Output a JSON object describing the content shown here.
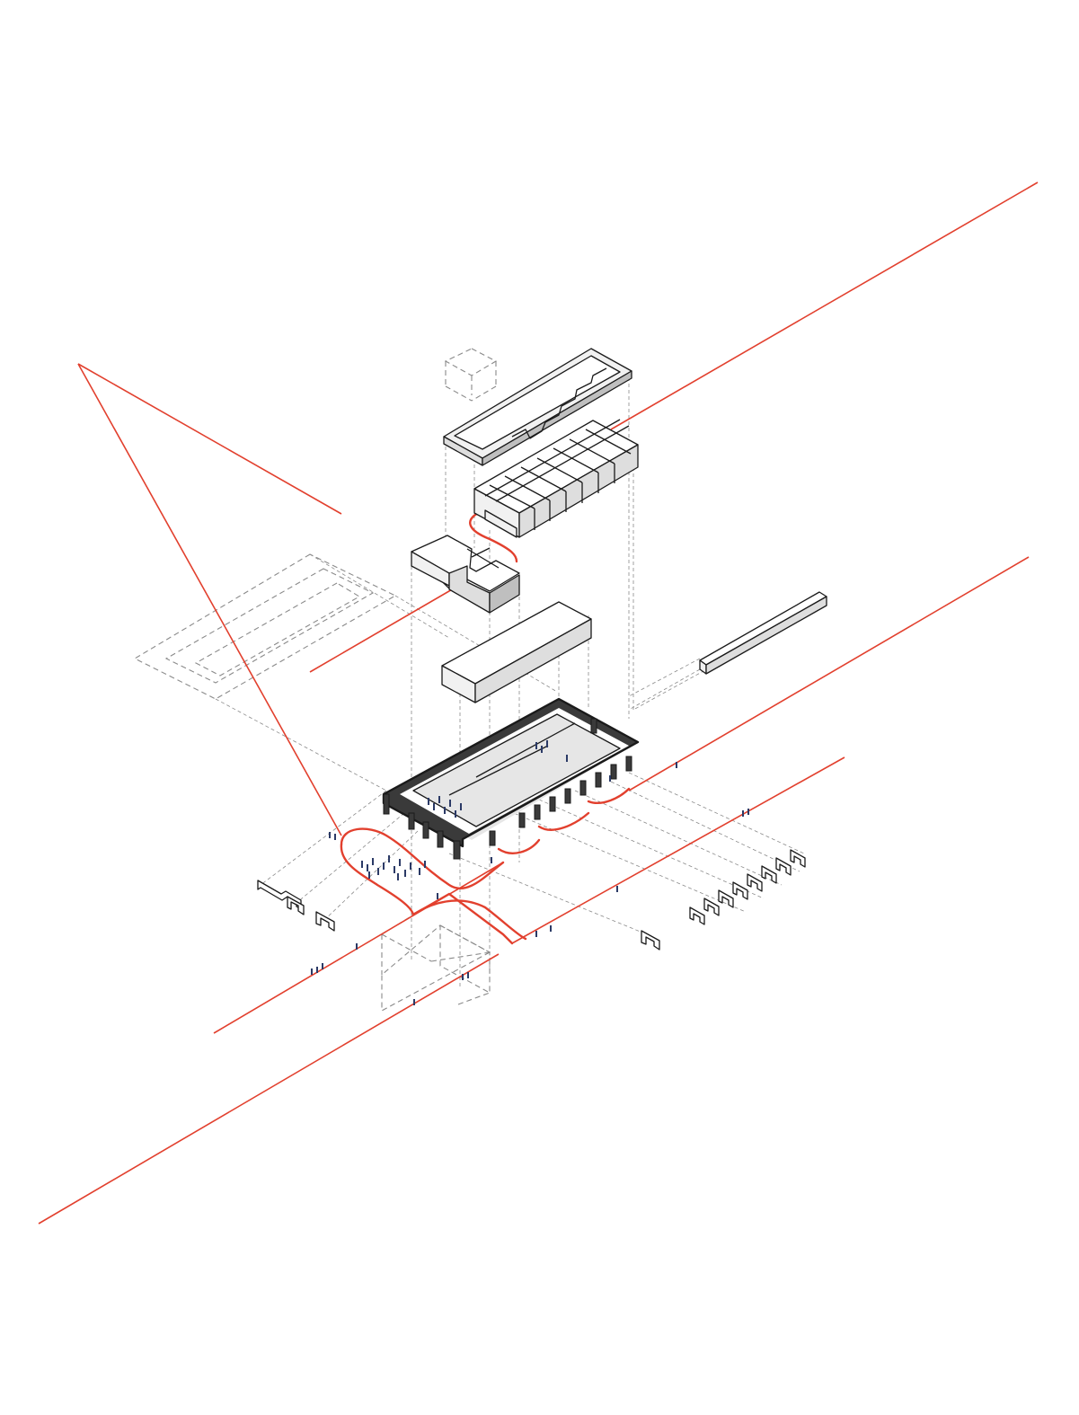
{
  "diagram": {
    "type": "exploded-axonometric",
    "colors": {
      "background": "#ffffff",
      "circulation": "#e2402e",
      "outline": "#1a1a1a",
      "hatch": "#8a8a8a",
      "face_top": "#ffffff",
      "face_light": "#f1f1f1",
      "face_mid": "#dedede",
      "face_dark": "#bfbfbf",
      "frame_dark": "#3a3a3a",
      "floor_shade": "#e6e6e6",
      "people": "#2b3a66"
    },
    "elements": [
      "roof-frame",
      "stepped-volume",
      "l-shaped-volume",
      "rectangular-block",
      "long-bar-volume",
      "ground-frame",
      "ghost-tower",
      "ghost-plot-outline",
      "circulation-routes",
      "entrance-arches",
      "people-figures"
    ]
  }
}
